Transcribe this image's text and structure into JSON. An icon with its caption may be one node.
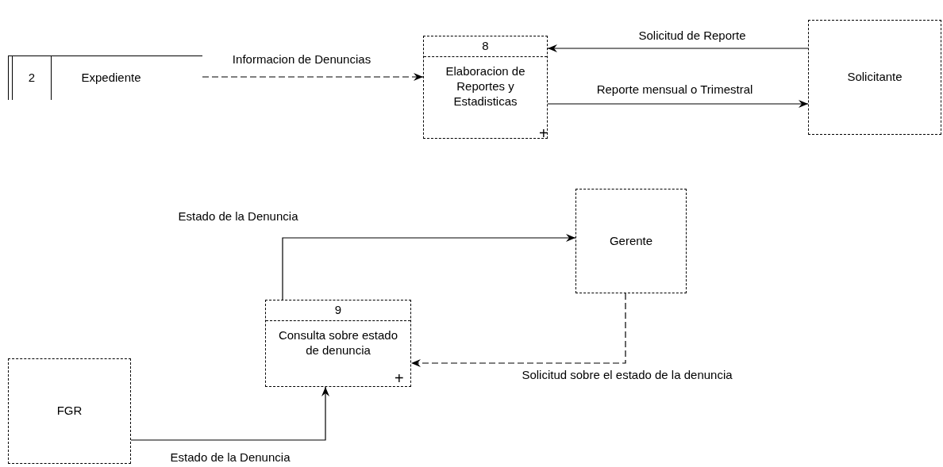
{
  "diagram": {
    "nodes": [
      {
        "text": [
          "2",
          "Expediente"
        ]
      },
      {
        "text": [
          "8",
          "Elaboracion de Reportes y Estadisticas"
        ]
      },
      {
        "text": [
          "Solicitante"
        ]
      },
      {
        "text": [
          "Gerente"
        ]
      },
      {
        "text": [
          "9",
          "Consulta sobre estado de denuncia"
        ]
      },
      {
        "text": [
          "FGR"
        ]
      }
    ],
    "edges": [
      {
        "from": 0,
        "to": 1,
        "arrow": "to",
        "label": "Informacion de Denuncias",
        "style": "dashed"
      },
      {
        "from": 2,
        "to": 1,
        "arrow": "to",
        "label": "Solicitud de Reporte"
      },
      {
        "from": 1,
        "to": 2,
        "arrow": "to",
        "label": "Reporte mensual o Trimestral"
      },
      {
        "from": 4,
        "to": 3,
        "arrow": "to",
        "label": "Estado de la Denuncia"
      },
      {
        "from": 3,
        "to": 4,
        "arrow": "to",
        "label": "Solicitud sobre el estado de la denuncia",
        "style": "dashed"
      },
      {
        "from": 5,
        "to": 4,
        "arrow": "to",
        "label": "Estado de la Denuncia"
      }
    ],
    "labels": [
      "+",
      "+"
    ]
  }
}
